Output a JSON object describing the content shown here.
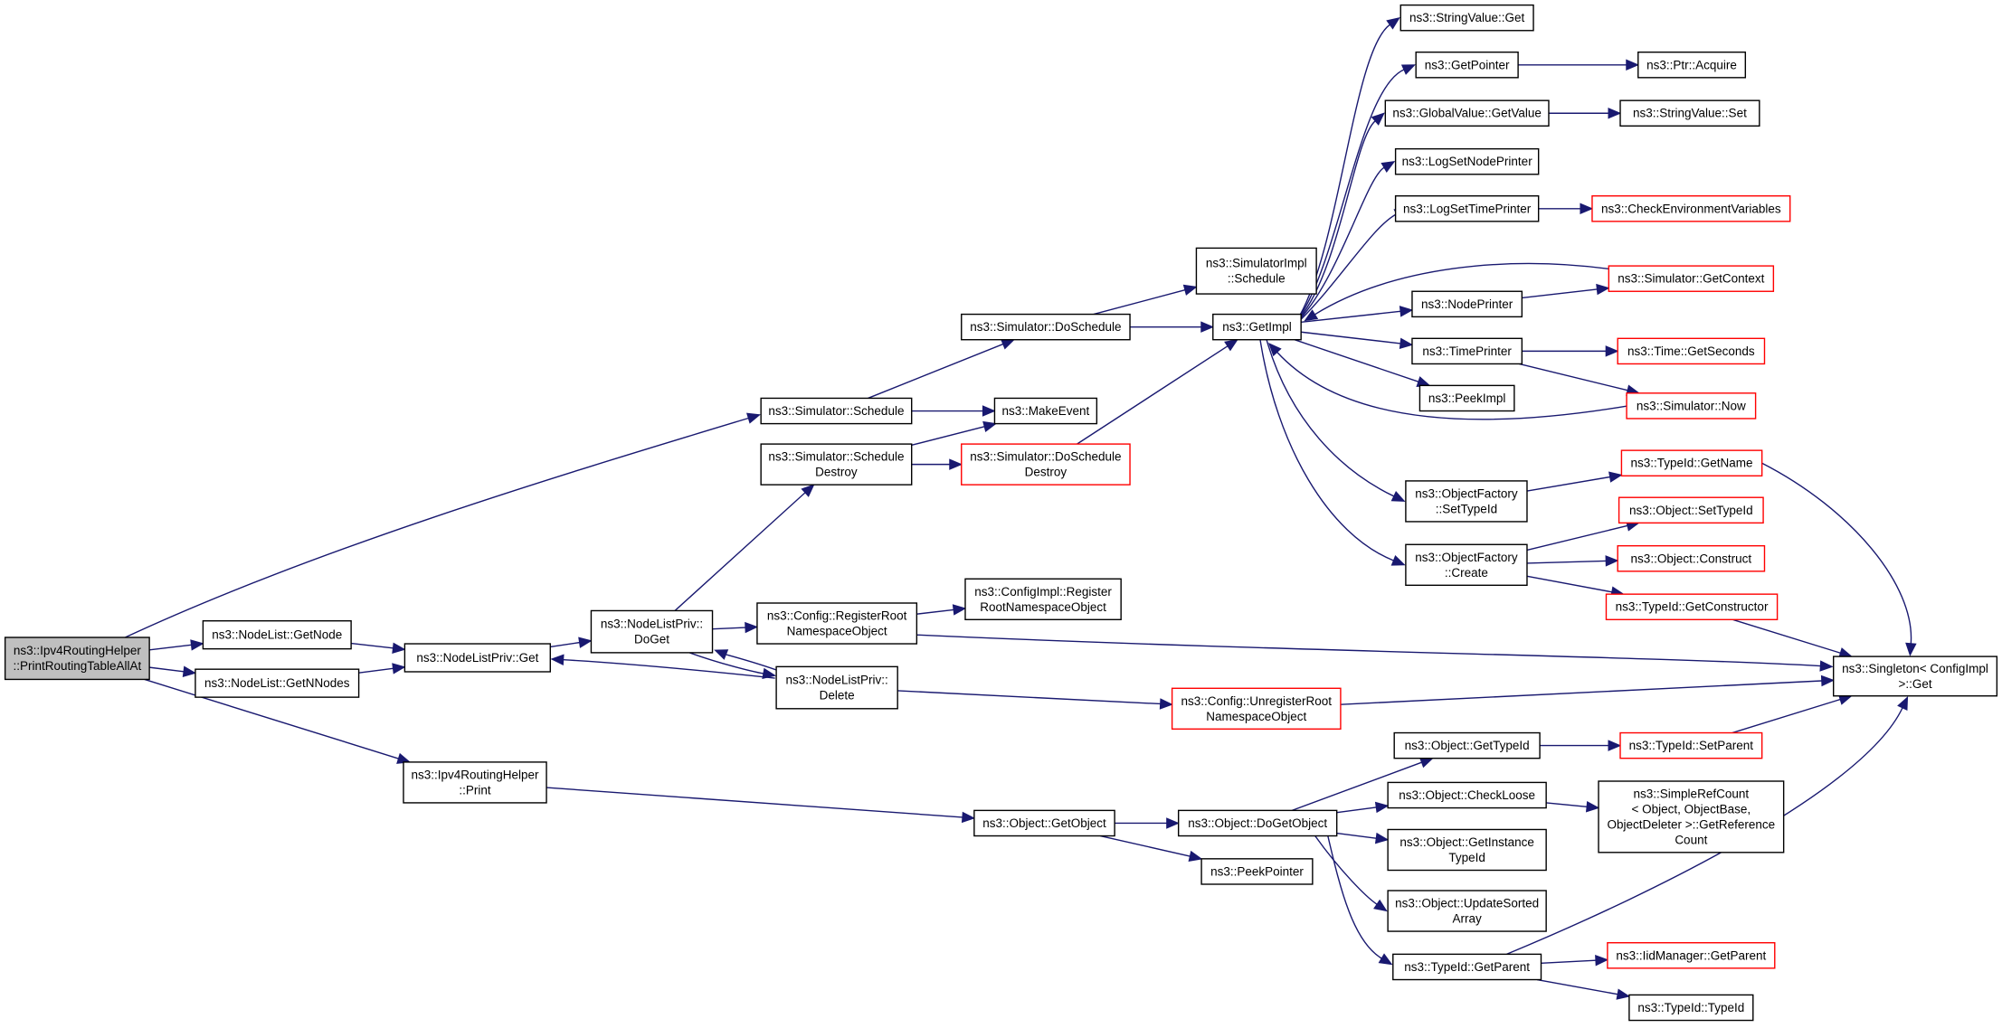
{
  "colors": {
    "edge": "#191970",
    "node_border_default": "#000000",
    "node_border_truncated": "#ff0000",
    "node_fill_default": "#ffffff",
    "node_fill_root": "#bfbfbf"
  },
  "nodes": [
    {
      "id": "root",
      "lines": [
        "ns3::Ipv4RoutingHelper",
        "::PrintRoutingTableAllAt"
      ],
      "style": "root"
    },
    {
      "id": "getnode",
      "lines": [
        "ns3::NodeList::GetNode"
      ],
      "style": "normal"
    },
    {
      "id": "getnnodes",
      "lines": [
        "ns3::NodeList::GetNNodes"
      ],
      "style": "normal"
    },
    {
      "id": "print",
      "lines": [
        "ns3::Ipv4RoutingHelper",
        "::Print"
      ],
      "style": "normal"
    },
    {
      "id": "nlp_get",
      "lines": [
        "ns3::NodeListPriv::Get"
      ],
      "style": "normal"
    },
    {
      "id": "nlp_doget",
      "lines": [
        "ns3::NodeListPriv::",
        "DoGet"
      ],
      "style": "normal"
    },
    {
      "id": "sim_schedule",
      "lines": [
        "ns3::Simulator::Schedule"
      ],
      "style": "normal"
    },
    {
      "id": "sim_schedule_destroy",
      "lines": [
        "ns3::Simulator::Schedule",
        "Destroy"
      ],
      "style": "normal"
    },
    {
      "id": "cfg_register",
      "lines": [
        "ns3::Config::RegisterRoot",
        "NamespaceObject"
      ],
      "style": "normal"
    },
    {
      "id": "nlp_delete",
      "lines": [
        "ns3::NodeListPriv::",
        "Delete"
      ],
      "style": "normal"
    },
    {
      "id": "obj_getobject",
      "lines": [
        "ns3::Object::GetObject"
      ],
      "style": "normal"
    },
    {
      "id": "sim_doschedule",
      "lines": [
        "ns3::Simulator::DoSchedule"
      ],
      "style": "normal"
    },
    {
      "id": "makeevent",
      "lines": [
        "ns3::MakeEvent"
      ],
      "style": "normal"
    },
    {
      "id": "sim_doschedule_destroy",
      "lines": [
        "ns3::Simulator::DoSchedule",
        "Destroy"
      ],
      "style": "truncated"
    },
    {
      "id": "cfgimpl_register",
      "lines": [
        "ns3::ConfigImpl::Register",
        "RootNamespaceObject"
      ],
      "style": "normal"
    },
    {
      "id": "cfg_unregister",
      "lines": [
        "ns3::Config::UnregisterRoot",
        "NamespaceObject"
      ],
      "style": "truncated"
    },
    {
      "id": "obj_dogetobject",
      "lines": [
        "ns3::Object::DoGetObject"
      ],
      "style": "normal"
    },
    {
      "id": "peekpointer",
      "lines": [
        "ns3::PeekPointer"
      ],
      "style": "normal"
    },
    {
      "id": "simimpl_schedule",
      "lines": [
        "ns3::SimulatorImpl",
        "::Schedule"
      ],
      "style": "normal"
    },
    {
      "id": "getimpl",
      "lines": [
        "ns3::GetImpl"
      ],
      "style": "normal"
    },
    {
      "id": "stringvalue_get",
      "lines": [
        "ns3::StringValue::Get"
      ],
      "style": "normal"
    },
    {
      "id": "getpointer",
      "lines": [
        "ns3::GetPointer"
      ],
      "style": "normal"
    },
    {
      "id": "globalvalue_getvalue",
      "lines": [
        "ns3::GlobalValue::GetValue"
      ],
      "style": "normal"
    },
    {
      "id": "logsetnodeprinter",
      "lines": [
        "ns3::LogSetNodePrinter"
      ],
      "style": "normal"
    },
    {
      "id": "logsettimeprinter",
      "lines": [
        "ns3::LogSetTimePrinter"
      ],
      "style": "normal"
    },
    {
      "id": "nodeprinter",
      "lines": [
        "ns3::NodePrinter"
      ],
      "style": "normal"
    },
    {
      "id": "timeprinter",
      "lines": [
        "ns3::TimePrinter"
      ],
      "style": "normal"
    },
    {
      "id": "peekimpl",
      "lines": [
        "ns3::PeekImpl"
      ],
      "style": "normal"
    },
    {
      "id": "objfactory_settypeid",
      "lines": [
        "ns3::ObjectFactory",
        "::SetTypeId"
      ],
      "style": "normal"
    },
    {
      "id": "objfactory_create",
      "lines": [
        "ns3::ObjectFactory",
        "::Create"
      ],
      "style": "normal"
    },
    {
      "id": "obj_gettypeid",
      "lines": [
        "ns3::Object::GetTypeId"
      ],
      "style": "normal"
    },
    {
      "id": "obj_checkloose",
      "lines": [
        "ns3::Object::CheckLoose"
      ],
      "style": "normal"
    },
    {
      "id": "obj_getinstancetypeid",
      "lines": [
        "ns3::Object::GetInstance",
        "TypeId"
      ],
      "style": "normal"
    },
    {
      "id": "obj_updatesortedarray",
      "lines": [
        "ns3::Object::UpdateSorted",
        "Array"
      ],
      "style": "normal"
    },
    {
      "id": "typeid_getparent",
      "lines": [
        "ns3::TypeId::GetParent"
      ],
      "style": "normal"
    },
    {
      "id": "ptr_acquire",
      "lines": [
        "ns3::Ptr::Acquire"
      ],
      "style": "normal"
    },
    {
      "id": "stringvalue_set",
      "lines": [
        "ns3::StringValue::Set"
      ],
      "style": "normal"
    },
    {
      "id": "checkenvvars",
      "lines": [
        "ns3::CheckEnvironmentVariables"
      ],
      "style": "truncated"
    },
    {
      "id": "sim_getcontext",
      "lines": [
        "ns3::Simulator::GetContext"
      ],
      "style": "truncated"
    },
    {
      "id": "time_getseconds",
      "lines": [
        "ns3::Time::GetSeconds"
      ],
      "style": "truncated"
    },
    {
      "id": "sim_now",
      "lines": [
        "ns3::Simulator::Now"
      ],
      "style": "truncated"
    },
    {
      "id": "typeid_getname",
      "lines": [
        "ns3::TypeId::GetName"
      ],
      "style": "truncated"
    },
    {
      "id": "obj_settypeid",
      "lines": [
        "ns3::Object::SetTypeId"
      ],
      "style": "truncated"
    },
    {
      "id": "obj_construct",
      "lines": [
        "ns3::Object::Construct"
      ],
      "style": "truncated"
    },
    {
      "id": "typeid_getconstructor",
      "lines": [
        "ns3::TypeId::GetConstructor"
      ],
      "style": "truncated"
    },
    {
      "id": "typeid_setparent",
      "lines": [
        "ns3::TypeId::SetParent"
      ],
      "style": "truncated"
    },
    {
      "id": "simplerefcount",
      "lines": [
        "ns3::SimpleRefCount",
        "< Object, ObjectBase,",
        "ObjectDeleter >::GetReference",
        "Count"
      ],
      "style": "normal"
    },
    {
      "id": "iidmanager_getparent",
      "lines": [
        "ns3::IidManager::GetParent"
      ],
      "style": "truncated"
    },
    {
      "id": "typeid_typeid",
      "lines": [
        "ns3::TypeId::TypeId"
      ],
      "style": "normal"
    },
    {
      "id": "singleton_get",
      "lines": [
        "ns3::Singleton< ConfigImpl",
        " >::Get"
      ],
      "style": "normal"
    }
  ],
  "edges": [
    [
      "root",
      "getnode"
    ],
    [
      "root",
      "getnnodes"
    ],
    [
      "root",
      "print"
    ],
    [
      "root",
      "sim_schedule"
    ],
    [
      "getnode",
      "nlp_get"
    ],
    [
      "getnnodes",
      "nlp_get"
    ],
    [
      "nlp_get",
      "nlp_doget"
    ],
    [
      "nlp_doget",
      "sim_schedule_destroy"
    ],
    [
      "nlp_doget",
      "cfg_register"
    ],
    [
      "nlp_doget",
      "nlp_delete"
    ],
    [
      "nlp_delete",
      "nlp_doget"
    ],
    [
      "nlp_delete",
      "nlp_get"
    ],
    [
      "nlp_delete",
      "cfg_unregister"
    ],
    [
      "sim_schedule",
      "sim_doschedule"
    ],
    [
      "sim_schedule",
      "makeevent"
    ],
    [
      "sim_schedule_destroy",
      "makeevent"
    ],
    [
      "sim_schedule_destroy",
      "sim_doschedule_destroy"
    ],
    [
      "sim_doschedule",
      "simimpl_schedule"
    ],
    [
      "sim_doschedule",
      "getimpl"
    ],
    [
      "sim_doschedule_destroy",
      "getimpl"
    ],
    [
      "cfg_register",
      "cfgimpl_register"
    ],
    [
      "cfg_register",
      "singleton_get"
    ],
    [
      "cfg_unregister",
      "singleton_get"
    ],
    [
      "print",
      "obj_getobject"
    ],
    [
      "obj_getobject",
      "obj_dogetobject"
    ],
    [
      "obj_getobject",
      "peekpointer"
    ],
    [
      "getimpl",
      "stringvalue_get"
    ],
    [
      "getimpl",
      "getpointer"
    ],
    [
      "getimpl",
      "globalvalue_getvalue"
    ],
    [
      "getimpl",
      "logsetnodeprinter"
    ],
    [
      "getimpl",
      "logsettimeprinter"
    ],
    [
      "getimpl",
      "nodeprinter"
    ],
    [
      "getimpl",
      "timeprinter"
    ],
    [
      "getimpl",
      "peekimpl"
    ],
    [
      "getimpl",
      "objfactory_settypeid"
    ],
    [
      "getimpl",
      "objfactory_create"
    ],
    [
      "sim_getcontext",
      "getimpl"
    ],
    [
      "sim_now",
      "getimpl"
    ],
    [
      "getpointer",
      "ptr_acquire"
    ],
    [
      "globalvalue_getvalue",
      "stringvalue_set"
    ],
    [
      "logsettimeprinter",
      "checkenvvars"
    ],
    [
      "nodeprinter",
      "sim_getcontext"
    ],
    [
      "timeprinter",
      "time_getseconds"
    ],
    [
      "timeprinter",
      "sim_now"
    ],
    [
      "objfactory_settypeid",
      "typeid_getname"
    ],
    [
      "objfactory_create",
      "obj_settypeid"
    ],
    [
      "objfactory_create",
      "obj_construct"
    ],
    [
      "objfactory_create",
      "typeid_getconstructor"
    ],
    [
      "typeid_getname",
      "singleton_get"
    ],
    [
      "typeid_getconstructor",
      "singleton_get"
    ],
    [
      "typeid_setparent",
      "singleton_get"
    ],
    [
      "obj_dogetobject",
      "obj_gettypeid"
    ],
    [
      "obj_dogetobject",
      "obj_checkloose"
    ],
    [
      "obj_dogetobject",
      "obj_getinstancetypeid"
    ],
    [
      "obj_dogetobject",
      "obj_updatesortedarray"
    ],
    [
      "obj_dogetobject",
      "typeid_getparent"
    ],
    [
      "obj_gettypeid",
      "typeid_setparent"
    ],
    [
      "obj_checkloose",
      "simplerefcount"
    ],
    [
      "typeid_getparent",
      "iidmanager_getparent"
    ],
    [
      "typeid_getparent",
      "typeid_typeid"
    ],
    [
      "typeid_getparent",
      "singleton_get"
    ]
  ]
}
